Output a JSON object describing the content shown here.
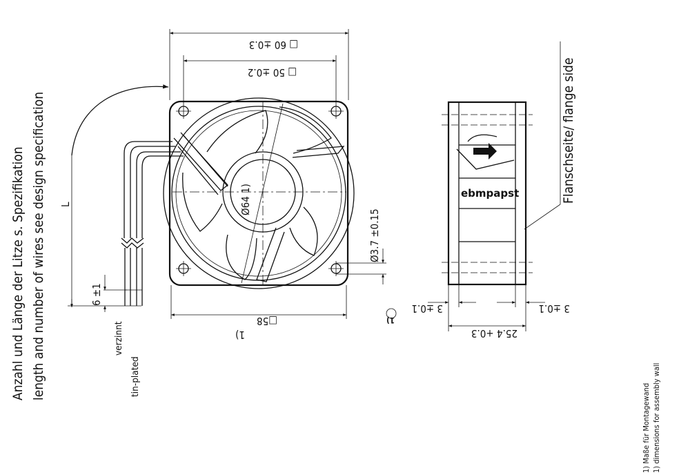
{
  "notes": {
    "wire_note_de": "Anzahl und Länge der Litze s. Spezifikation",
    "wire_note_en": "length and number of wires see design specification",
    "footnote_de": "1) Maße für Montagewand",
    "footnote_en": "1) dimensions for assembly wall"
  },
  "wires": {
    "length_label": "L",
    "strip_dim": "6 ±1",
    "finish_de": "verzinnt",
    "finish_en": "tin-plated"
  },
  "front_view": {
    "outer_square": "□ 60 ±0.3",
    "hole_pitch": "□ 50 ±0.2",
    "mount_square": "□58",
    "mount_square_note": "1)",
    "hub_diameter": "Ø64 1)",
    "hole_diameter": "Ø3.7 ±0.15"
  },
  "side_view": {
    "flange_label": "Flanschseite/ flange side",
    "brand": "ebmpapst",
    "depth": "25.4 +0.3",
    "flange_left": "3 ±0.1",
    "flange_left_note": "1)",
    "flange_right": "3 ±0.1"
  }
}
